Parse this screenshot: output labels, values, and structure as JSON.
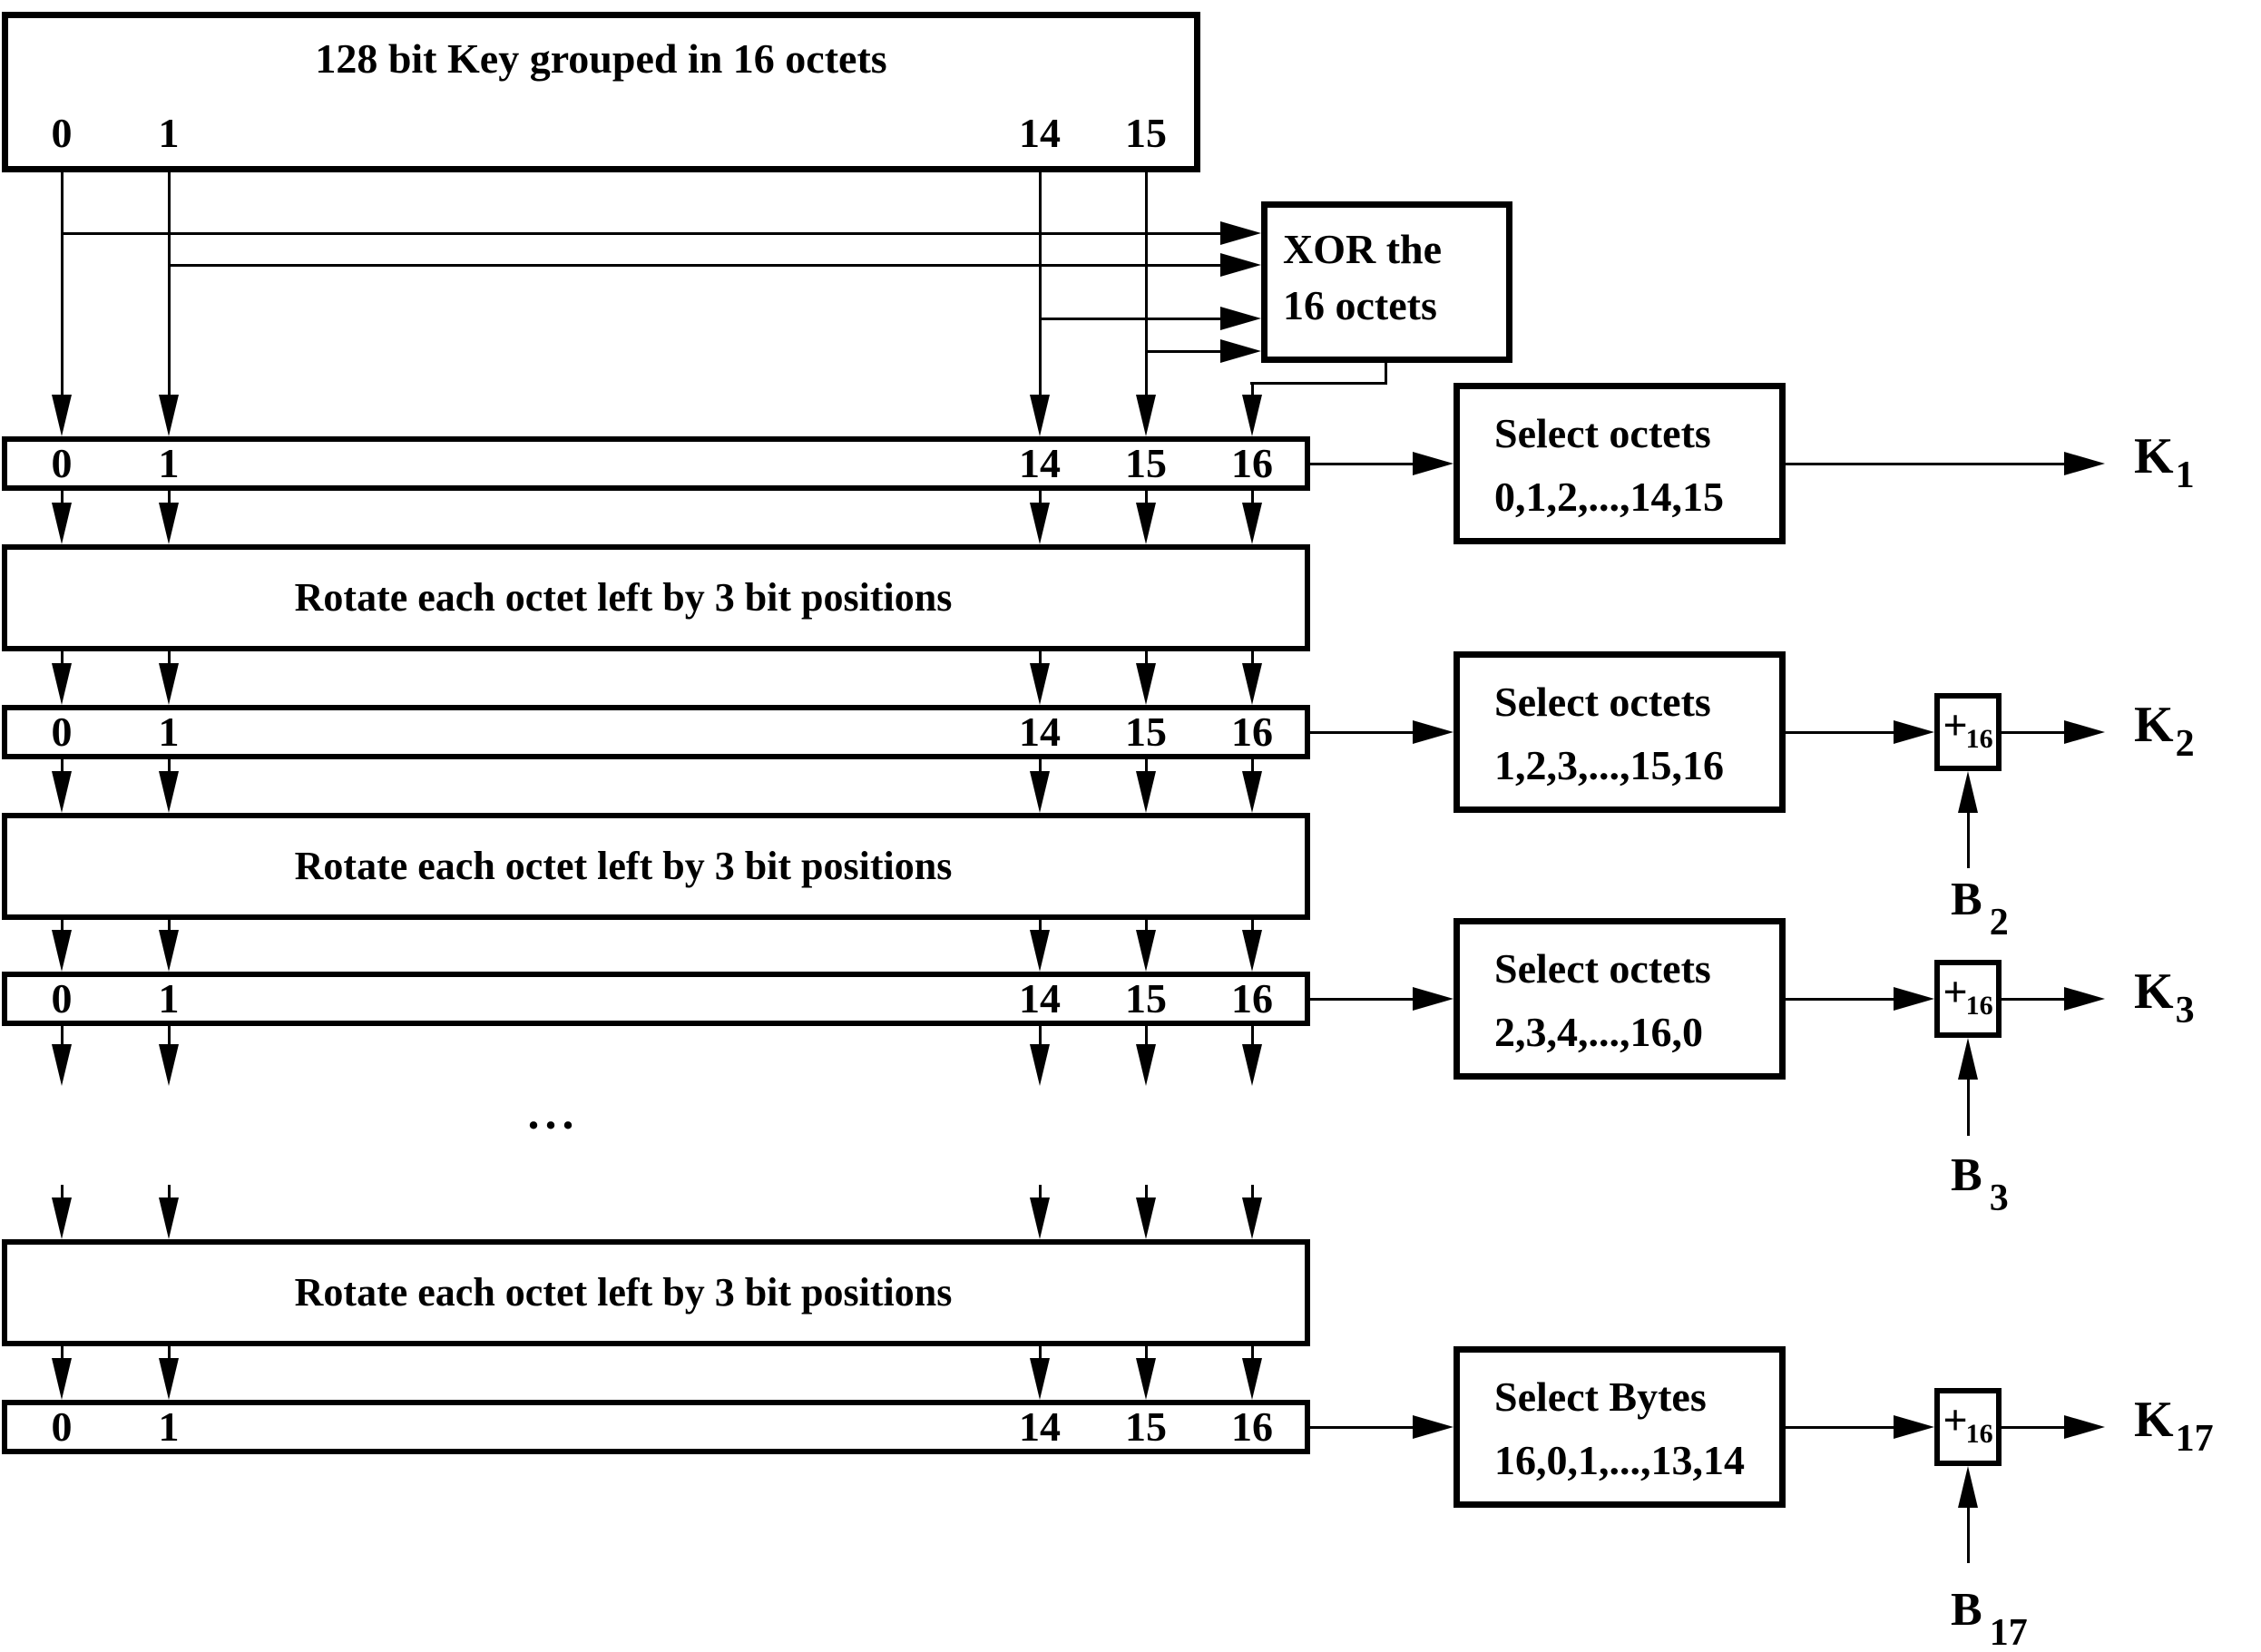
{
  "title": "128 bit Key grouped in 16 octets",
  "top_labels": [
    "0",
    "1",
    "14",
    "15"
  ],
  "xor": {
    "line1": "XOR the",
    "line2": "16 octets"
  },
  "rotate_label": "Rotate each octet left by 3 bit positions",
  "rows": [
    {
      "labels": [
        "0",
        "1",
        "14",
        "15",
        "16"
      ]
    },
    {
      "labels": [
        "0",
        "1",
        "14",
        "15",
        "16"
      ]
    },
    {
      "labels": [
        "0",
        "1",
        "14",
        "15",
        "16"
      ]
    },
    {
      "labels": [
        "0",
        "1",
        "14",
        "15",
        "16"
      ]
    }
  ],
  "selects": [
    {
      "title": "Select octets",
      "items": "0,1,2,...,14,15"
    },
    {
      "title": "Select octets",
      "items": "1,2,3,...,15,16"
    },
    {
      "title": "Select octets",
      "items": "2,3,4,...,16,0"
    },
    {
      "title": "Select Bytes",
      "items": "16,0,1,...,13,14"
    }
  ],
  "adder": {
    "symbol": "+",
    "subscript": "16"
  },
  "keys": [
    {
      "label": "K",
      "sub": "1"
    },
    {
      "label": "K",
      "sub": "2"
    },
    {
      "label": "K",
      "sub": "3"
    },
    {
      "label": "K",
      "sub": "17"
    }
  ],
  "biases": [
    {
      "label": "B",
      "sub": "2"
    },
    {
      "label": "B",
      "sub": "3"
    },
    {
      "label": "B",
      "sub": "17"
    }
  ],
  "ellipsis": "...",
  "colors": {
    "ink": "#000000",
    "background": "#ffffff"
  }
}
